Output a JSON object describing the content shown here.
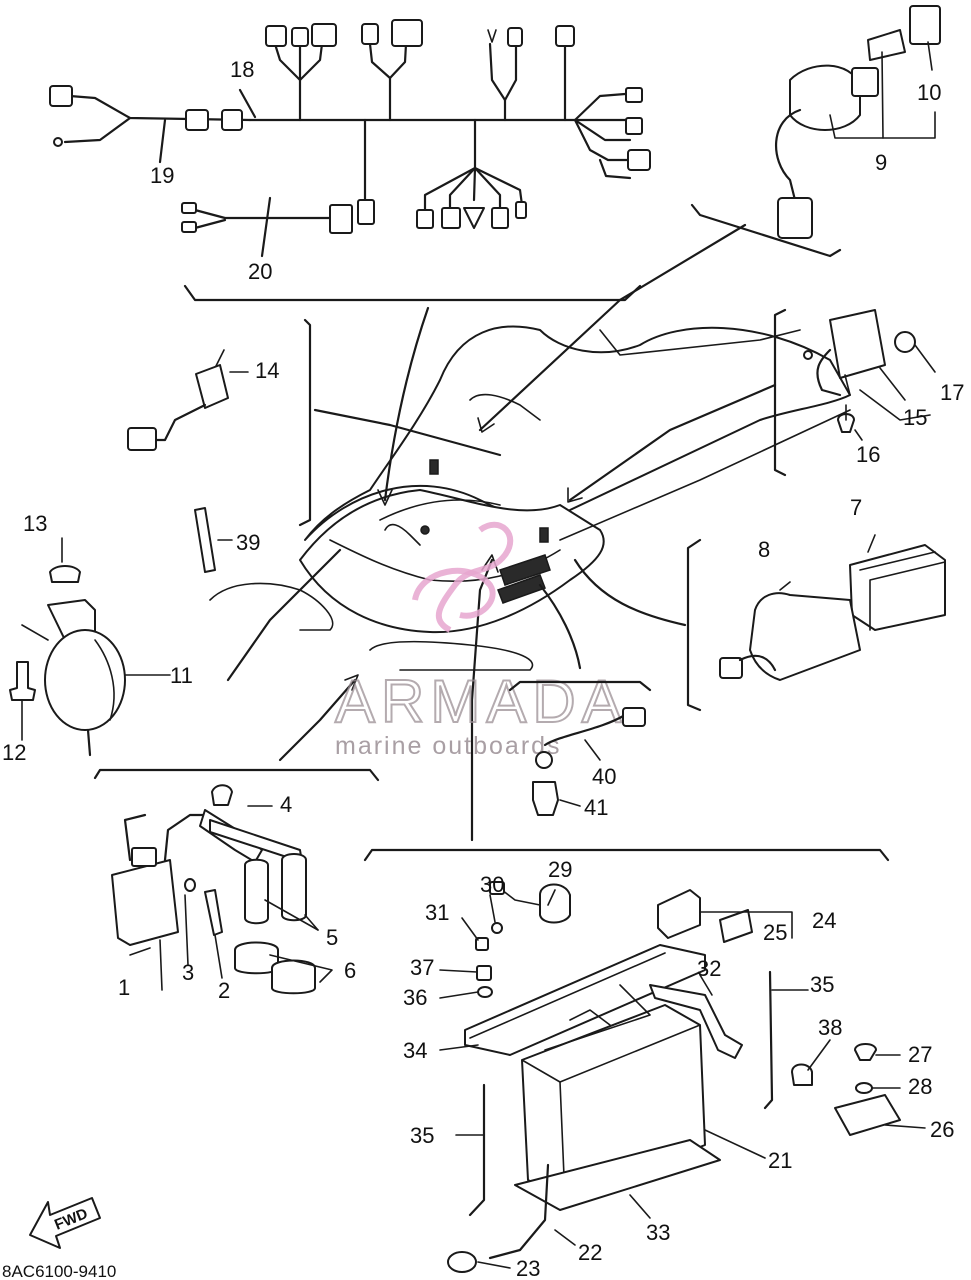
{
  "diagram_code": "8AC6100-9410",
  "fwd_label": "FWD",
  "watermark": {
    "brand": "ARMADA",
    "tagline": "marine outboards"
  },
  "callouts": {
    "c1": "1",
    "c2": "2",
    "c3": "3",
    "c4": "4",
    "c5": "5",
    "c6": "6",
    "c7": "7",
    "c8": "8",
    "c9": "9",
    "c10": "10",
    "c11": "11",
    "c12": "12",
    "c13": "13",
    "c14": "14",
    "c15": "15",
    "c16": "16",
    "c17": "17",
    "c18": "18",
    "c19": "19",
    "c20": "20",
    "c21": "21",
    "c22": "22",
    "c23": "23",
    "c24": "24",
    "c25": "25",
    "c26": "26",
    "c27": "27",
    "c28": "28",
    "c29": "29",
    "c30": "30",
    "c31": "31",
    "c32": "32",
    "c33": "33",
    "c34": "34",
    "c35a": "35",
    "c35b": "35",
    "c36": "36",
    "c37": "37",
    "c38": "38",
    "c39": "39",
    "c40": "40",
    "c41": "41"
  }
}
